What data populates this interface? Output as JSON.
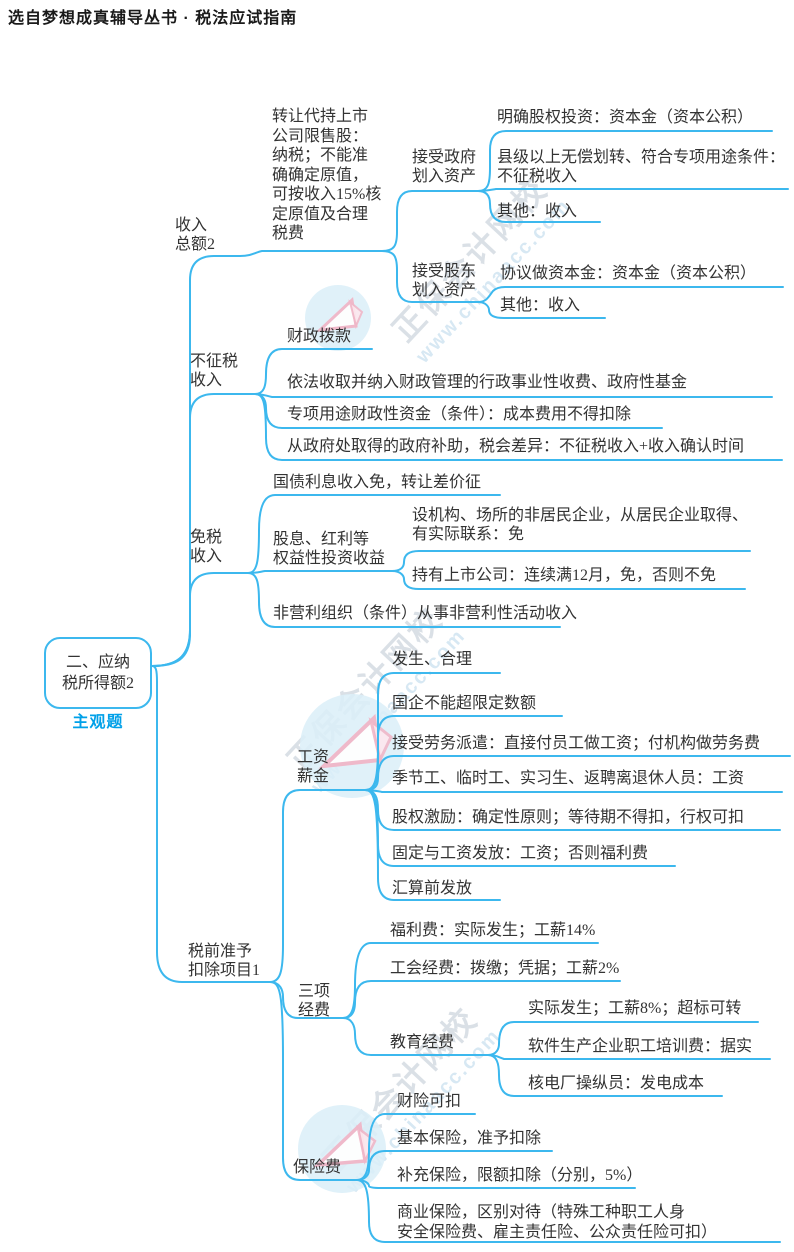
{
  "header": {
    "title": "选自梦想成真辅导丛书 · 税法应试指南"
  },
  "root": {
    "label": "二、应纳\n税所得额2",
    "badge": "主观题"
  },
  "branches": {
    "income_total": {
      "label": "收入\n总额2",
      "restricted_shares": "转让代持上市\n公司限售股：\n纳税；不能准\n确确定原值，\n可按收入15%核\n定原值及合理\n税费",
      "govt_assets": {
        "label": "接受政府\n划入资产",
        "equity": "明确股权投资：资本金（资本公积）",
        "county": "县级以上无偿划转、符合专项用途条件：\n不征税收入",
        "other": "其他：收入"
      },
      "shareholder_assets": {
        "label": "接受股东\n划入资产",
        "agreed": "协议做资本金：资本金（资本公积）",
        "other": "其他：收入"
      }
    },
    "nontaxable": {
      "label": "不征税\n收入",
      "fiscal": "财政拨款",
      "admin_fees": "依法收取并纳入财政管理的行政事业性收费、政府性基金",
      "special_funds": "专项用途财政性资金（条件）：成本费用不得扣除",
      "subsidy": "从政府处取得的政府补助，税会差异：不征税收入+收入确认时间"
    },
    "taxfree": {
      "label": "免税\n收入",
      "treasury": "国债利息收入免，转让差价征",
      "dividend": {
        "label": "股息、红利等\n权益性投资收益",
        "nonresident": "设机构、场所的非居民企业，从居民企业取得、\n有实际联系：免",
        "listed": "持有上市公司：连续满12月，免，否则不免"
      },
      "nonprofit": "非营利组织（条件）从事非营利性活动收入"
    },
    "pretax": {
      "label": "税前准予\n扣除项目1",
      "wages": {
        "label": "工资\n薪金",
        "incurred": "发生、合理",
        "soe": "国企不能超限定数额",
        "dispatch": "接受劳务派遣：直接付员工做工资；付机构做劳务费",
        "seasonal": "季节工、临时工、实习生、返聘离退休人员：工资",
        "equity_incentive": "股权激励：确定性原则；等待期不得扣，行权可扣",
        "fixed": "固定与工资发放：工资；否则福利费",
        "before_settlement": "汇算前发放"
      },
      "three_funds": {
        "label": "三项\n经费",
        "welfare": "福利费：实际发生；工薪14%",
        "union": "工会经费：拨缴；凭据；工薪2%",
        "education": {
          "label": "教育经费",
          "actual": "实际发生；工薪8%；超标可转",
          "software": "软件生产企业职工培训费：据实",
          "nuclear": "核电厂操纵员：发电成本"
        }
      },
      "insurance": {
        "label": "保险费",
        "property": "财险可扣",
        "basic": "基本保险，准予扣除",
        "supplementary": "补充保险，限额扣除（分别，5%）",
        "commercial": "商业保险，区别对待（特殊工种职工人身\n安全保险费、雇主责任险、公众责任险可扣）"
      }
    }
  },
  "watermark": {
    "brand": "正保会计网校",
    "url": "www.chinaacc.com"
  },
  "colors": {
    "line": "#3cb8ee",
    "badge": "#00a0e8",
    "text": "#333333"
  }
}
